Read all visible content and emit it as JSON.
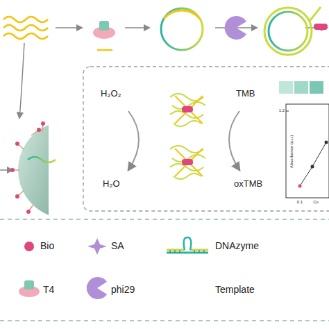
{
  "diagram": {
    "labels": [
      "H₂O₂",
      "H₂O",
      "TMB",
      "oxTMB",
      "Absorbance (a.u.)",
      "1.2",
      "0.1",
      "Co"
    ],
    "legend": [
      {
        "text": "Bio"
      },
      {
        "text": "SA"
      },
      {
        "text": "DNAzyme"
      },
      {
        "text": "T4"
      },
      {
        "text": "phi29"
      },
      {
        "text": "Template"
      }
    ]
  }
}
